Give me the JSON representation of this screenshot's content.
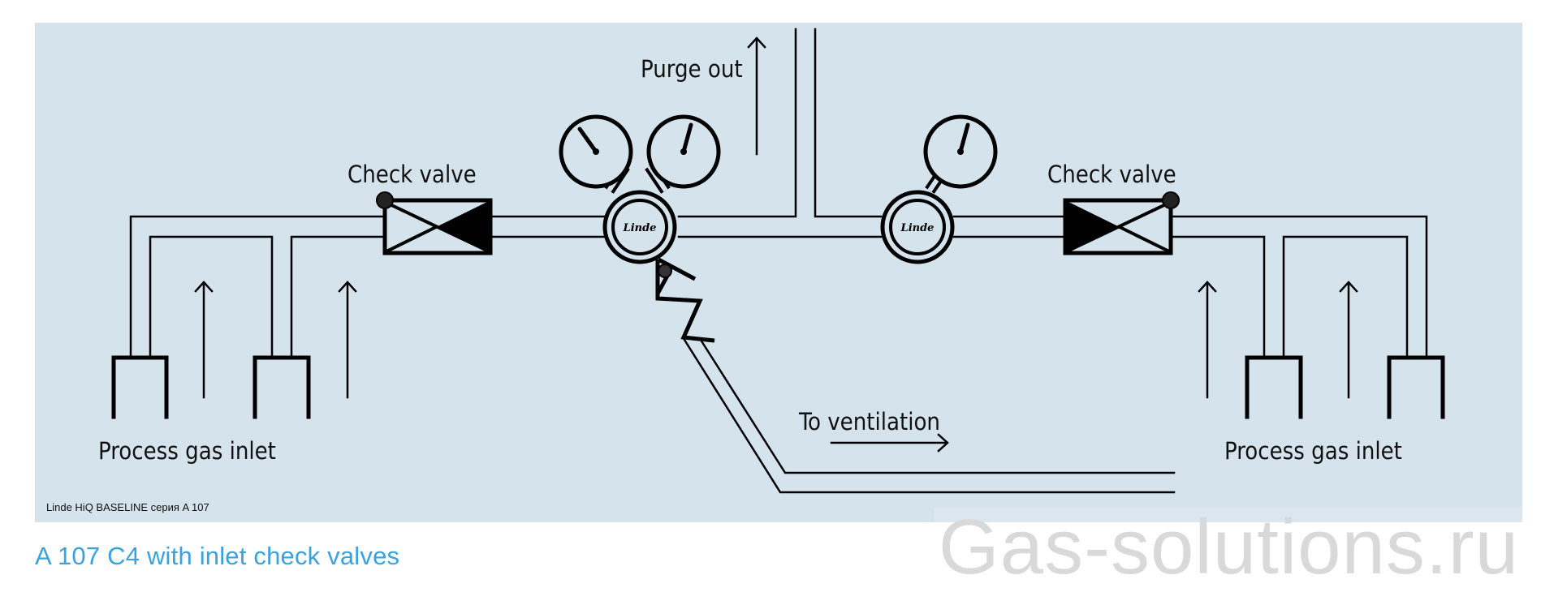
{
  "diagram": {
    "series_label": "Linde HiQ BASELINE серия A 107",
    "caption": "A 107 C4 with inlet check valves",
    "watermark": "Gas-solutions.ru",
    "labels": {
      "purge_out": "Purge out",
      "check_valve_left": "Check valve",
      "check_valve_right": "Check valve",
      "to_ventilation": "To ventilation",
      "process_gas_inlet_left": "Process gas inlet",
      "process_gas_inlet_right": "Process gas inlet"
    },
    "regulators": [
      {
        "name": "left-regulator",
        "logo": "Linde",
        "gauges": 2
      },
      {
        "name": "right-regulator",
        "logo": "Linde",
        "gauges": 1
      }
    ],
    "colors": {
      "panel": "#d5e3ec",
      "line": "#000000",
      "caption": "#3aa3de",
      "watermark": "#d9d9d9"
    }
  }
}
